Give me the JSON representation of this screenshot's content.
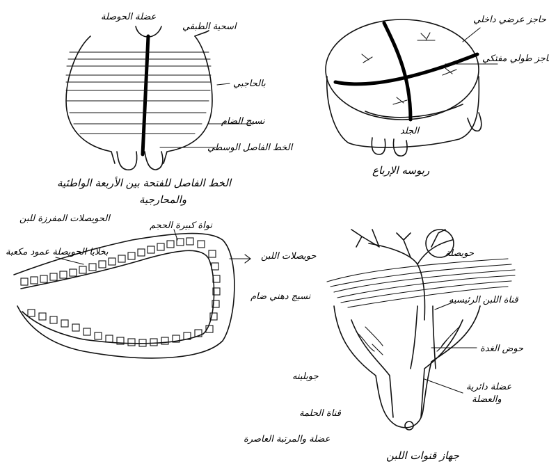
{
  "top_left": {
    "label_ventral_muscle": "عضلة الحوصلة",
    "label_ligament": "اسحية الطبقي",
    "label_lateral_wall": "بالحاجبي",
    "label_connective": "نسيج الضام",
    "label_center_line": "الخط الفاصل الوسطي",
    "caption_line1": "الخط الفاصل للفتحة بين الأربعة الواطئية",
    "caption_line2": "والمحارجية"
  },
  "top_right": {
    "label_transverse": "حاجز عرضي داخلي",
    "label_longitudinal": "حاجز طولي مفتكي",
    "label_skin": "الجلد",
    "caption": "ربوسه الإرباع"
  },
  "bottom_left": {
    "label_big_nucleus": "نواة كبيرة الحجم",
    "label_alveolar": "الحويصلات المفرزة للبن",
    "label_cells": "بخلايا الحويصلة عمود مكعبة",
    "arrow_note": ""
  },
  "bottom_right": {
    "label_alveoli": "حويصلات اللبن",
    "label_lobe": "حويصلة",
    "label_tissue": "نسيج دهني ضام",
    "label_main_duct": "قناة اللبن الرئيسيه",
    "label_sinus": "حوض الغدة",
    "label_teat_cistern": "جوبلينه",
    "label_sphincter": "عضلة دائرية",
    "label_sphincter2": "والعضلة",
    "label_streak": "قناة الحلمة",
    "label_orifice": "عضلة والمرتبة العاصرة",
    "caption": "جهاز قنوات اللبن"
  }
}
